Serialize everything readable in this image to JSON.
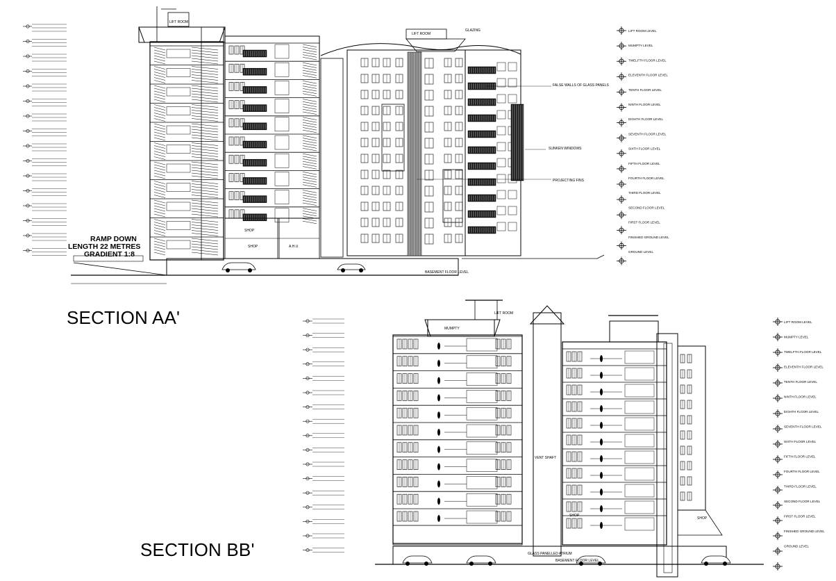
{
  "sections": {
    "aa": {
      "title": "SECTION AA'",
      "ramp": [
        "RAMP DOWN",
        "LENGTH 22 METRES",
        "GRADIENT 1:8"
      ],
      "tags": [
        "LIFT ROOM",
        "LIFT ROOM",
        "GLAZING",
        "SHOP",
        "A.H.U",
        "SHOP",
        "FALSE WALLS OF GLASS PANELS",
        "PROJECTING FINS",
        "SUNKEN WINDOWS",
        "BASEMENT FLOOR LEVEL"
      ],
      "levels": [
        "LIFT ROOM LEVEL",
        "MUMPTY LEVEL",
        "TWELFTH FLOOR LEVEL",
        "ELEVENTH FLOOR LEVEL",
        "TENTH FLOOR LEVEL",
        "NINTH FLOOR LEVEL",
        "EIGHTH FLOOR LEVEL",
        "SEVENTH FLOOR LEVEL",
        "SIXTH FLOOR LEVEL",
        "FIFTH FLOOR LEVEL",
        "FOURTH FLOOR LEVEL",
        "THIRD FLOOR LEVEL",
        "SECOND FLOOR LEVEL",
        "FIRST FLOOR LEVEL",
        "FINISHED GROUND LEVEL",
        "GROUND LEVEL"
      ]
    },
    "bb": {
      "title": "SECTION BB'",
      "tags": [
        "LIFT ROOM",
        "MUMPTY",
        "VENT SHAFT",
        "SHOP",
        "SHOP",
        "GLASS PANELLED ATRIUM",
        "BASEMENT FLOOR LEVEL"
      ],
      "levels": [
        "LIFT ROOM LEVEL",
        "MUMPTY LEVEL",
        "TWELFTH FLOOR LEVEL",
        "ELEVENTH FLOOR LEVEL",
        "TENTH FLOOR LEVEL",
        "NINTH FLOOR LEVEL",
        "EIGHTH FLOOR LEVEL",
        "SEVENTH FLOOR LEVEL",
        "SIXTH FLOOR LEVEL",
        "FIFTH FLOOR LEVEL",
        "FOURTH FLOOR LEVEL",
        "THIRD FLOOR LEVEL",
        "SECOND FLOOR LEVEL",
        "FIRST FLOOR LEVEL",
        "FINISHED GROUND LEVEL",
        "GROUND LEVEL"
      ]
    }
  }
}
